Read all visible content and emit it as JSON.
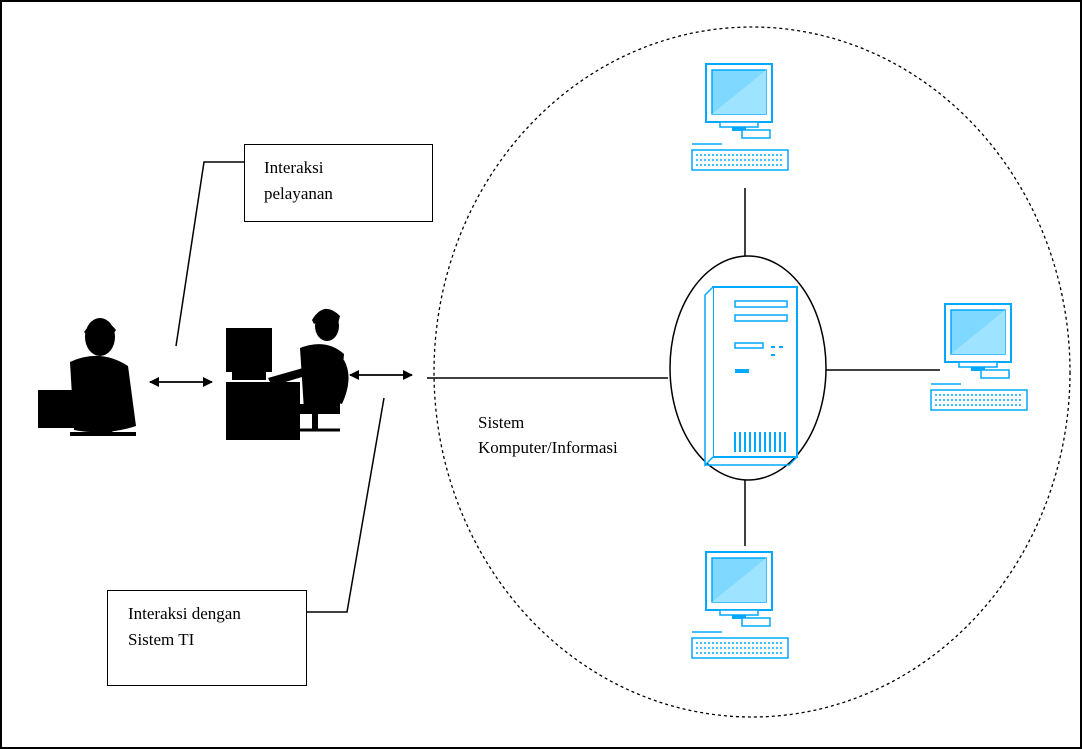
{
  "callouts": {
    "service_interaction": {
      "line1": "Interaksi",
      "line2": "pelayanan"
    },
    "it_interaction": {
      "line1": "Interaksi dengan",
      "line2": "Sistem TI"
    }
  },
  "system": {
    "line1": "Sistem",
    "line2": "Komputer/Informasi"
  },
  "colors": {
    "ink": "#000000",
    "monitor_blue": "#00a8ff",
    "screen_cyan": "#7fd8ff"
  },
  "icons": [
    "customer-person-icon",
    "staff-at-desk-icon",
    "server-tower-icon",
    "workstation-computer-icon"
  ]
}
